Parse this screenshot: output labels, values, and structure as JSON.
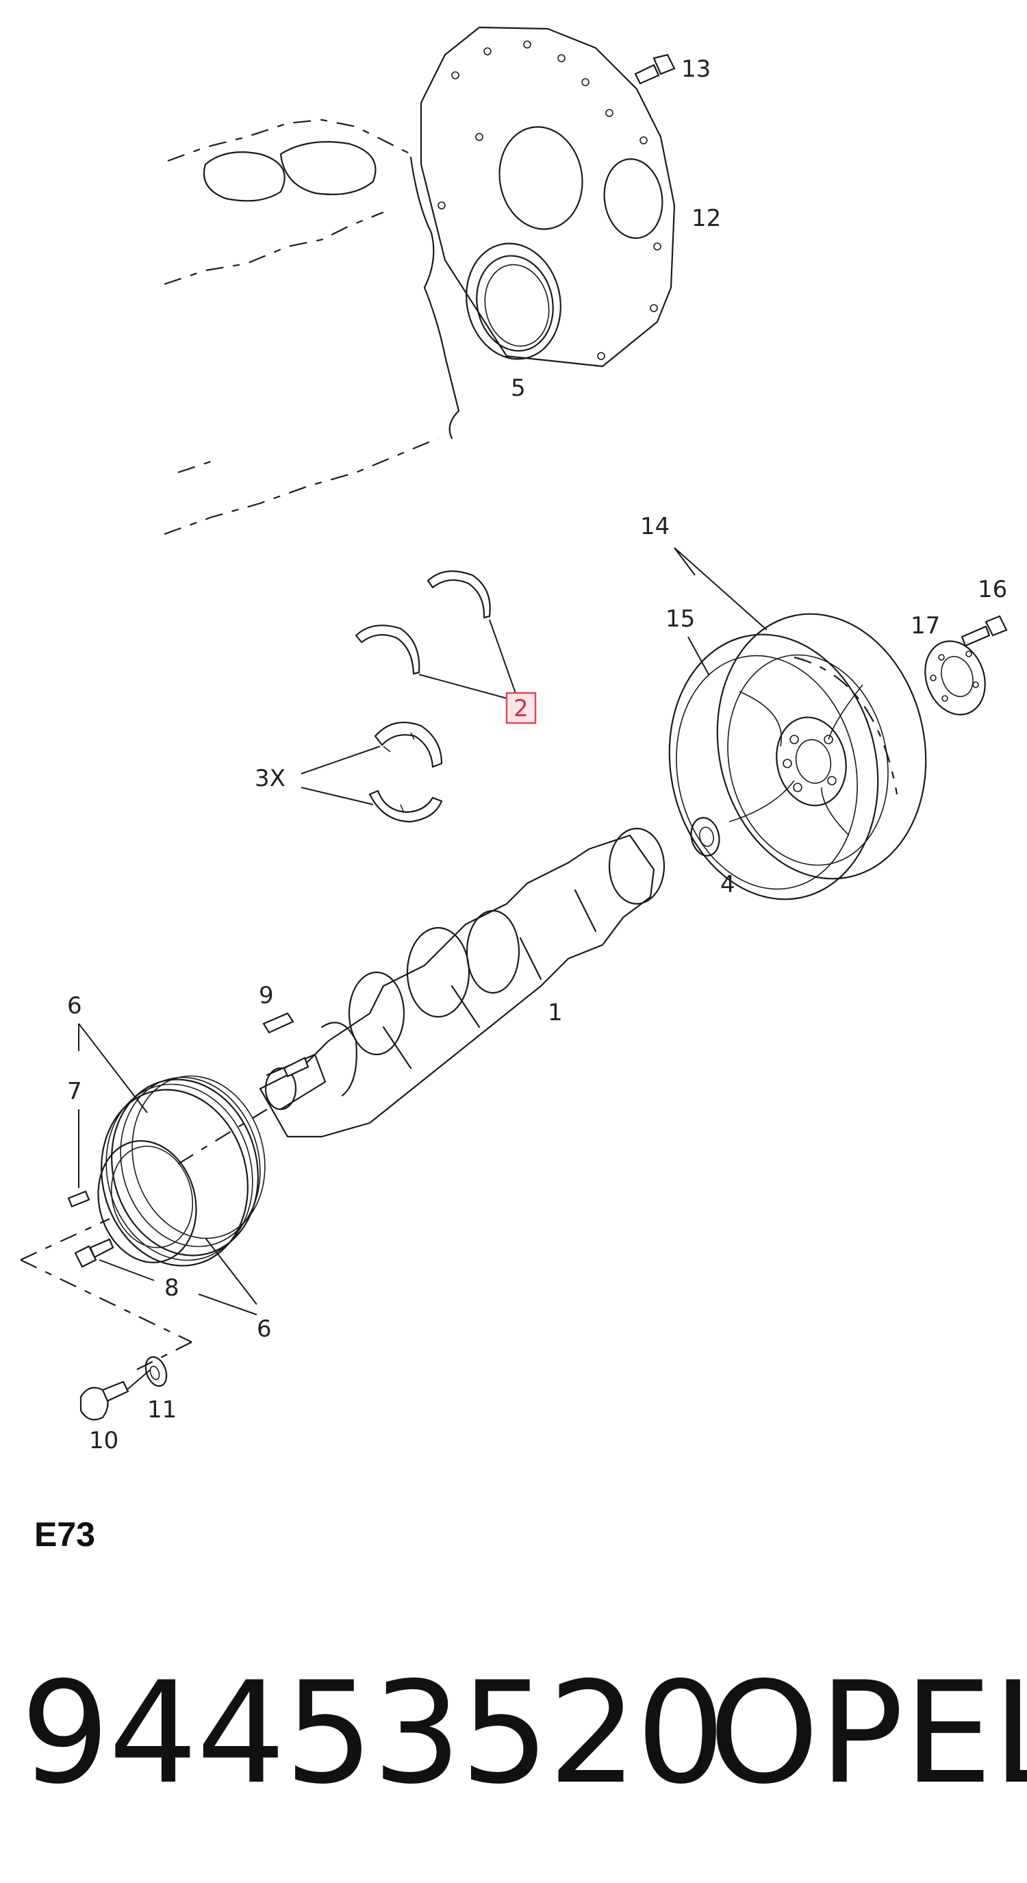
{
  "diagram": {
    "callouts": {
      "c1": "1",
      "c2": "2",
      "c3x": "3X",
      "c4": "4",
      "c5": "5",
      "c6a": "6",
      "c6b": "6",
      "c7": "7",
      "c8": "8",
      "c9": "9",
      "c10": "10",
      "c11": "11",
      "c12": "12",
      "c13": "13",
      "c14": "14",
      "c15": "15",
      "c16": "16",
      "c17": "17"
    },
    "highlighted_callout": "2",
    "highlight_color": "#e0485f"
  },
  "footer": {
    "section_code": "E73",
    "part_number": "94453520",
    "brand": "OPEL"
  }
}
